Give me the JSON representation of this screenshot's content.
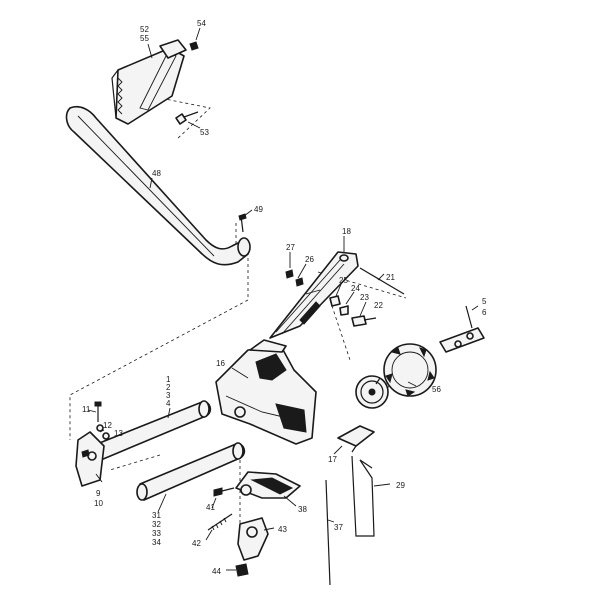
{
  "labels": {
    "l1": "1",
    "l2": "2",
    "l3": "3",
    "l4": "4",
    "l5": "5",
    "l6": "6",
    "l9": "9",
    "l10": "10",
    "l11": "11",
    "l12": "12",
    "l13": "13",
    "l16": "16",
    "l17": "17",
    "l18": "18",
    "l21": "21",
    "l22": "22",
    "l23": "23",
    "l24": "24",
    "l25": "25",
    "l26": "26",
    "l27": "27",
    "l29": "29",
    "l31": "31",
    "l32": "32",
    "l33": "33",
    "l34": "34",
    "l37": "37",
    "l38": "38",
    "l41": "41",
    "l42": "42",
    "l43": "43",
    "l44": "44",
    "l48": "48",
    "l49": "49",
    "l52": "52",
    "l53": "53",
    "l54": "54",
    "l55": "55",
    "l56": "56"
  }
}
